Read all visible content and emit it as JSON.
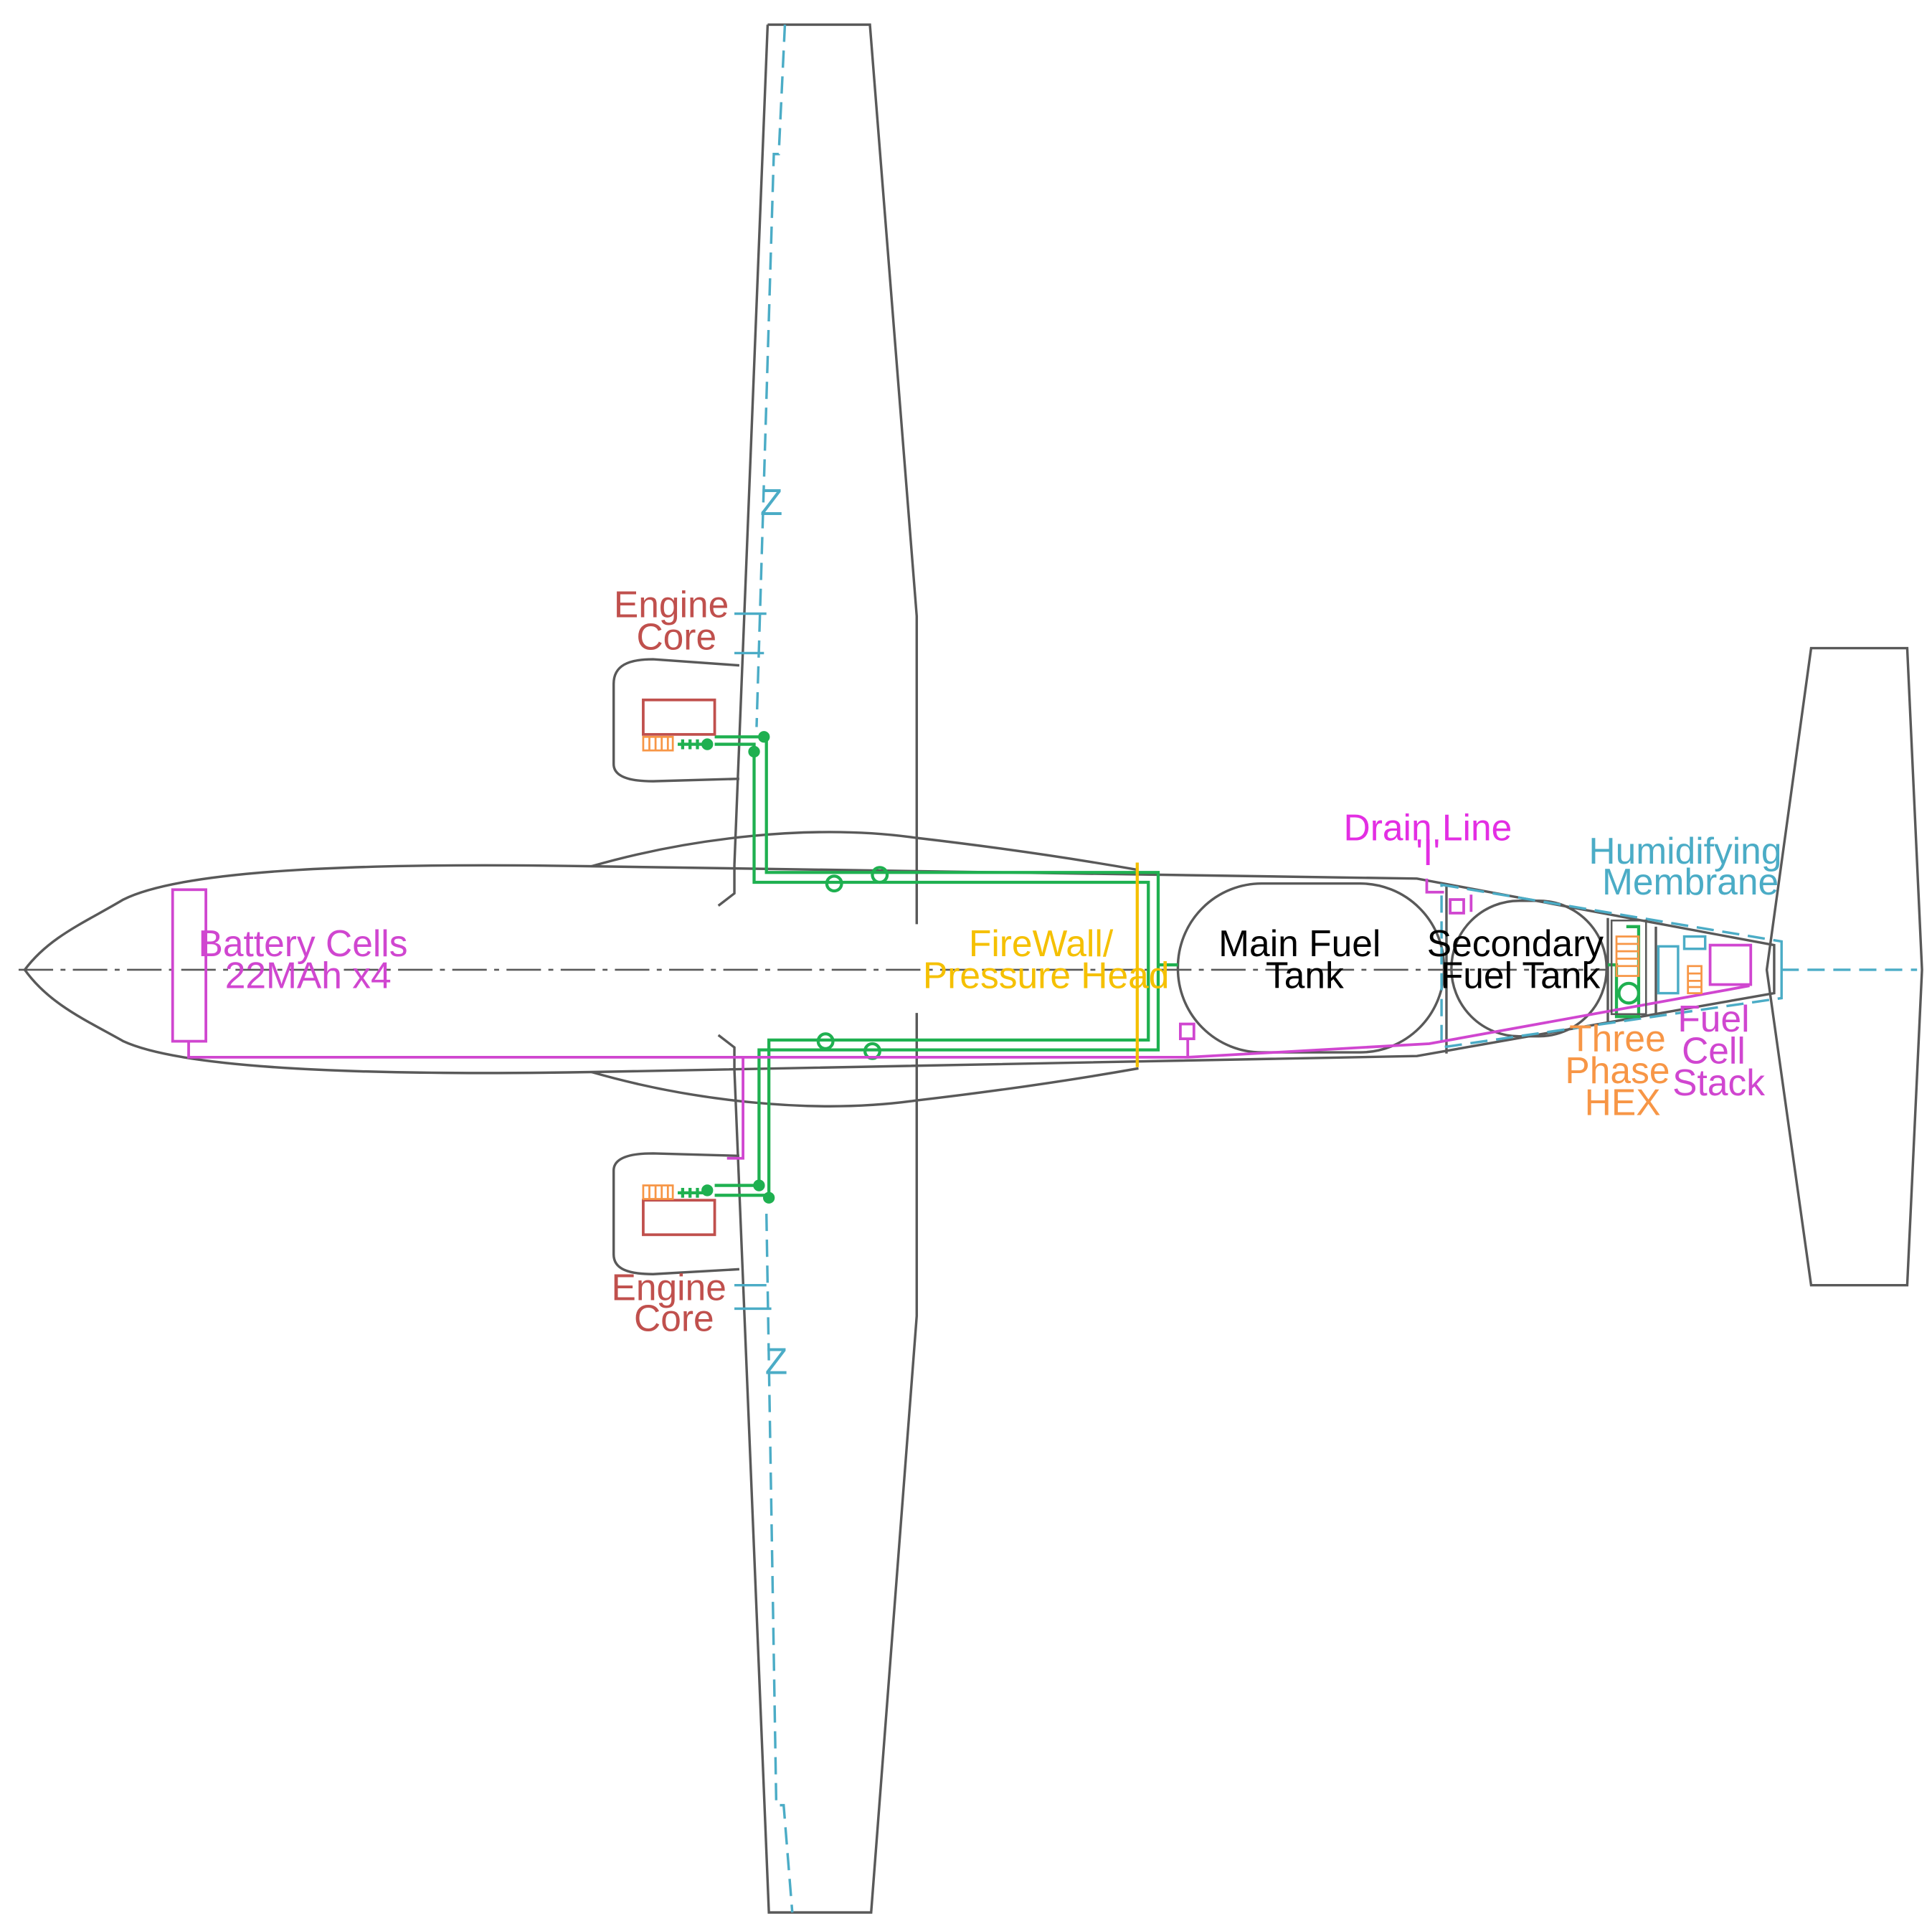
{
  "colors": {
    "outline": "#595959",
    "engine": "#c0504d",
    "battery": "#d046d0",
    "drain": "#e32ee3",
    "firewall": "#f5c000",
    "coolant": "#1fb050",
    "air": "#4bacc6",
    "hex": "#f79646",
    "tank_text": "#000000"
  },
  "labels": {
    "engine_core_top": [
      "Engine",
      "Core"
    ],
    "engine_core_bottom": [
      "Engine",
      "Core"
    ],
    "battery": [
      "Battery Cells",
      "22MAh x4"
    ],
    "firewall": [
      "FireWall/",
      "Pressure Head"
    ],
    "main_tank": [
      "Main Fuel",
      "Tank"
    ],
    "secondary_tank": [
      "Secondary",
      "Fuel Tank"
    ],
    "drain_line": [
      "Drain Line",
      "'I'"
    ],
    "humidifying": [
      "Humidifying",
      "Membrane"
    ],
    "three_phase": [
      "Three",
      "Phase",
      "HEX"
    ],
    "fuel_cell": [
      "Fuel",
      "Cell",
      "Stack"
    ],
    "wing_mark_top": "Z",
    "wing_mark_bottom": "Z"
  }
}
